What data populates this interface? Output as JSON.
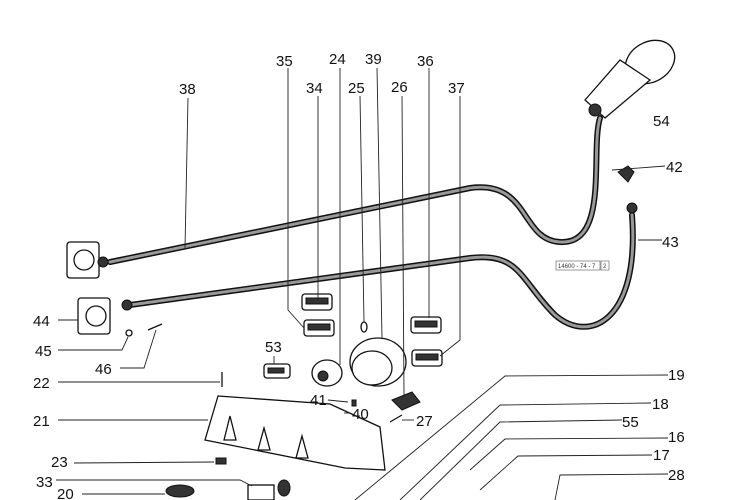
{
  "diagram": {
    "drawing_number": "14600 - 74 - 7",
    "sheet": "2",
    "part_labels": {
      "p38": "38",
      "p35": "35",
      "p24": "24",
      "p39": "39",
      "p36": "36",
      "p34": "34",
      "p25": "25",
      "p26": "26",
      "p37": "37",
      "p54": "54",
      "p42": "42",
      "p43": "43",
      "p44": "44",
      "p45": "45",
      "p46": "46",
      "p53": "53",
      "p22": "22",
      "p41": "41",
      "p40": "40",
      "p27": "27",
      "p21": "21",
      "p23": "23",
      "p33": "33",
      "p20": "20",
      "p19": "19",
      "p18": "18",
      "p55": "55",
      "p16": "16",
      "p17": "17",
      "p28": "28"
    }
  }
}
